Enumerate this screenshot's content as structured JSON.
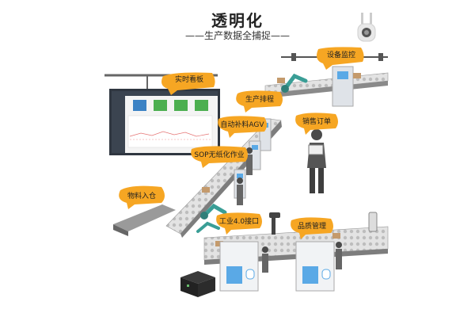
{
  "header": {
    "title": "透明化",
    "subtitle": "——生产数据全捕捉——"
  },
  "callouts": {
    "device_monitor": "设备监控",
    "realtime_board": "实时看板",
    "production_schedule": "生产排程",
    "auto_agv": "自动补料AGV",
    "sales_order": "销售订单",
    "sop_paperless": "SOP无纸化作业",
    "material_inbound": "物料入仓",
    "industry_interface": "工业4.0接口",
    "quality_mgmt": "品质管理"
  },
  "colors": {
    "callout_orange": "#F6A623",
    "conveyor_grey": "#d6d6d6",
    "machine_blue": "#5aa9e6",
    "robot_teal": "#3a9e96",
    "dashboard_dark": "#2f3640",
    "tile_blue": "#3b82c4",
    "tile_green": "#4caf50"
  },
  "icons": [
    "security-camera-icon",
    "robot-arm-icon",
    "worker-icon",
    "tablet-icon",
    "network-box-icon",
    "barcode-scanner-icon",
    "dashboard-screen-icon"
  ]
}
